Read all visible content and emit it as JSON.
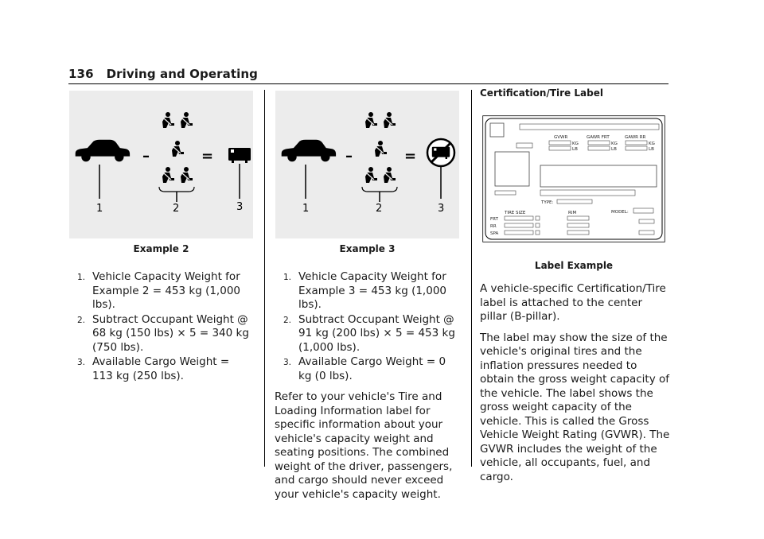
{
  "header": {
    "page_number": "136",
    "section": "Driving and Operating"
  },
  "figures": {
    "example2": {
      "caption": "Example 2",
      "callouts": [
        "1",
        "2",
        "3"
      ],
      "operators": [
        "–",
        "="
      ]
    },
    "example3": {
      "caption": "Example 3",
      "callouts": [
        "1",
        "2",
        "3"
      ],
      "operators": [
        "–",
        "="
      ]
    }
  },
  "col1": {
    "items": [
      {
        "num": "1.",
        "text": "Vehicle Capacity Weight for Example 2 = 453 kg (1,000 lbs)."
      },
      {
        "num": "2.",
        "text": "Subtract Occupant Weight @ 68 kg (150 lbs) × 5 = 340 kg (750 lbs)."
      },
      {
        "num": "3.",
        "text": "Available Cargo Weight = 113 kg (250 lbs)."
      }
    ]
  },
  "col2": {
    "items": [
      {
        "num": "1.",
        "text": "Vehicle Capacity Weight for Example 3 = 453 kg (1,000 lbs)."
      },
      {
        "num": "2.",
        "text": "Subtract Occupant Weight @ 91 kg (200 lbs) × 5 = 453 kg (1,000 lbs)."
      },
      {
        "num": "3.",
        "text": "Available Cargo Weight = 0 kg (0 lbs)."
      }
    ],
    "paragraph": "Refer to your vehicle's Tire and Loading Information label for specific information about your vehicle's capacity weight and seating positions. The combined weight of the driver, passengers, and cargo should never exceed your vehicle's capacity weight."
  },
  "col3": {
    "section_title": "Certification/Tire Label",
    "label_figure": {
      "caption": "Label Example",
      "labels": {
        "gvwr": "GVWR",
        "gawr_frt": "GAWR FRT",
        "gawr_rr": "GAWR RR",
        "kg": "KG",
        "lb": "LB",
        "type": "TYPE:",
        "model": "MODEL:",
        "tire_size": "TIRE SIZE",
        "rim": "RIM",
        "frt": "FRT",
        "rr": "RR",
        "spa": "SPA"
      }
    },
    "paragraphs": [
      "A vehicle-specific Certification/Tire label is attached to the center pillar (B-pillar).",
      "The label may show the size of the vehicle's original tires and the inflation pressures needed to obtain the gross weight capacity of the vehicle. The label shows the gross weight capacity of the vehicle. This is called the Gross Vehicle Weight Rating (GVWR). The GVWR includes the weight of the vehicle, all occupants, fuel, and cargo."
    ]
  }
}
